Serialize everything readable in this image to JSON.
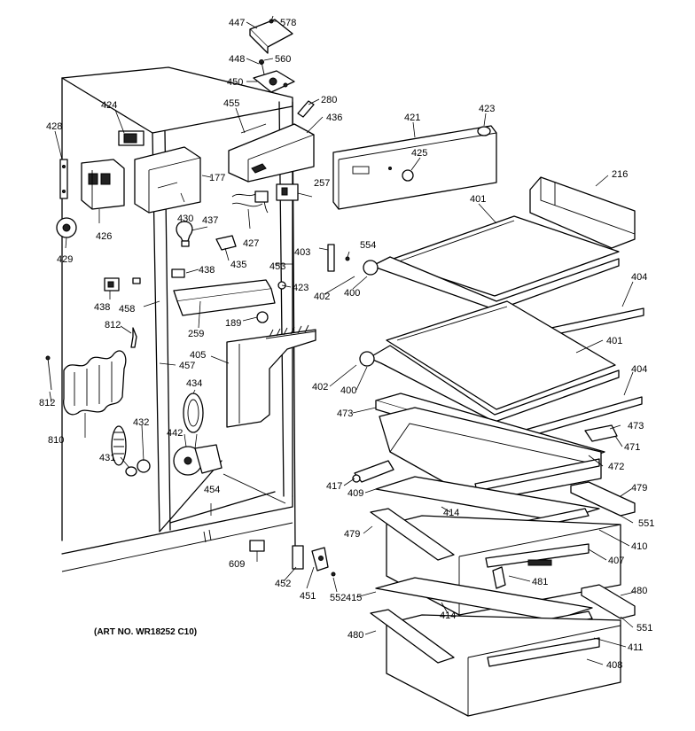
{
  "art_number": "(ART NO. WR18252 C10)",
  "callouts": {
    "c216": "216",
    "c257": "257",
    "c259": "259",
    "c280": "280",
    "c400a": "400",
    "c400b": "400",
    "c401a": "401",
    "c401b": "401",
    "c402a": "402",
    "c402b": "402",
    "c403": "403",
    "c404a": "404",
    "c404b": "404",
    "c405": "405",
    "c407": "407",
    "c408": "408",
    "c409": "409",
    "c410": "410",
    "c411": "411",
    "c414a": "414",
    "c414b": "414",
    "c415": "415",
    "c417": "417",
    "c421": "421",
    "c423a": "423",
    "c423b": "423",
    "c424": "424",
    "c425": "425",
    "c426": "426",
    "c427": "427",
    "c428": "428",
    "c429": "429",
    "c430": "430",
    "c431": "431",
    "c432": "432",
    "c434": "434",
    "c435": "435",
    "c436": "436",
    "c437": "437",
    "c438a": "438",
    "c438b": "438",
    "c442": "442",
    "c447": "447",
    "c448": "448",
    "c450": "450",
    "c451": "451",
    "c452": "452",
    "c453": "453",
    "c454": "454",
    "c455": "455",
    "c457": "457",
    "c458": "458",
    "c471": "471",
    "c472": "472",
    "c473a": "473",
    "c473b": "473",
    "c479a": "479",
    "c479b": "479",
    "c480a": "480",
    "c480b": "480",
    "c481": "481",
    "c551a": "551",
    "c551b": "551",
    "c552": "552",
    "c554": "554",
    "c560": "560",
    "c578": "578",
    "c609": "609",
    "c810": "810",
    "c812a": "812",
    "c812b": "812",
    "c177": "177",
    "c189": "189"
  }
}
